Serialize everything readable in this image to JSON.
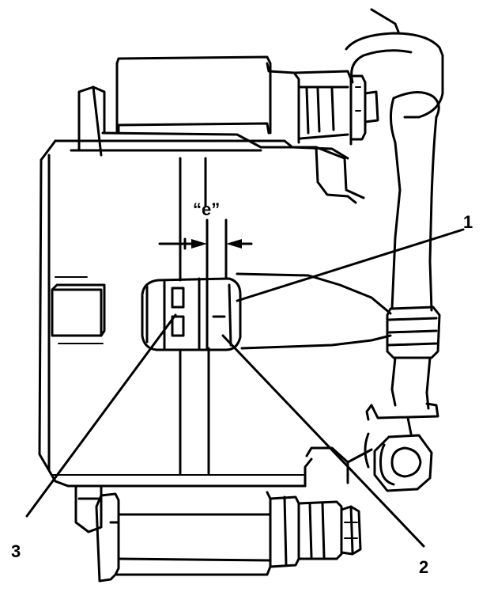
{
  "diagram": {
    "dimension_label": "“e”",
    "callouts": [
      {
        "id": "1",
        "text": "1"
      },
      {
        "id": "2",
        "text": "2"
      },
      {
        "id": "3",
        "text": "3"
      }
    ]
  },
  "colors": {
    "ink": "#000000",
    "paper": "#ffffff"
  }
}
